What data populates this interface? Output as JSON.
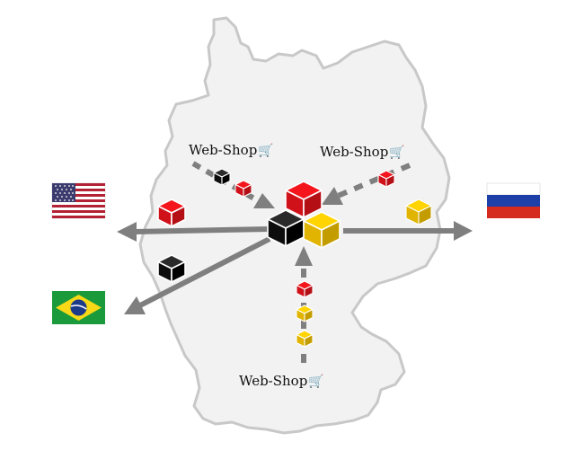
{
  "labels": {
    "webshop_text": "Web-Shop",
    "cart_glyph": "🛒"
  },
  "colors": {
    "map_fill": "#f2f2f2",
    "map_stroke": "#c8c8c8",
    "arrow": "#7f7f7f",
    "cube_red": "#e2131b",
    "cube_black": "#111111",
    "cube_yellow": "#f4c400"
  },
  "flags": {
    "usa": "flag-usa",
    "russia": "flag-russia",
    "brazil": "flag-brazil"
  },
  "icons": {
    "cart": "shopping-cart-icon",
    "cube": "package-cube-icon"
  }
}
